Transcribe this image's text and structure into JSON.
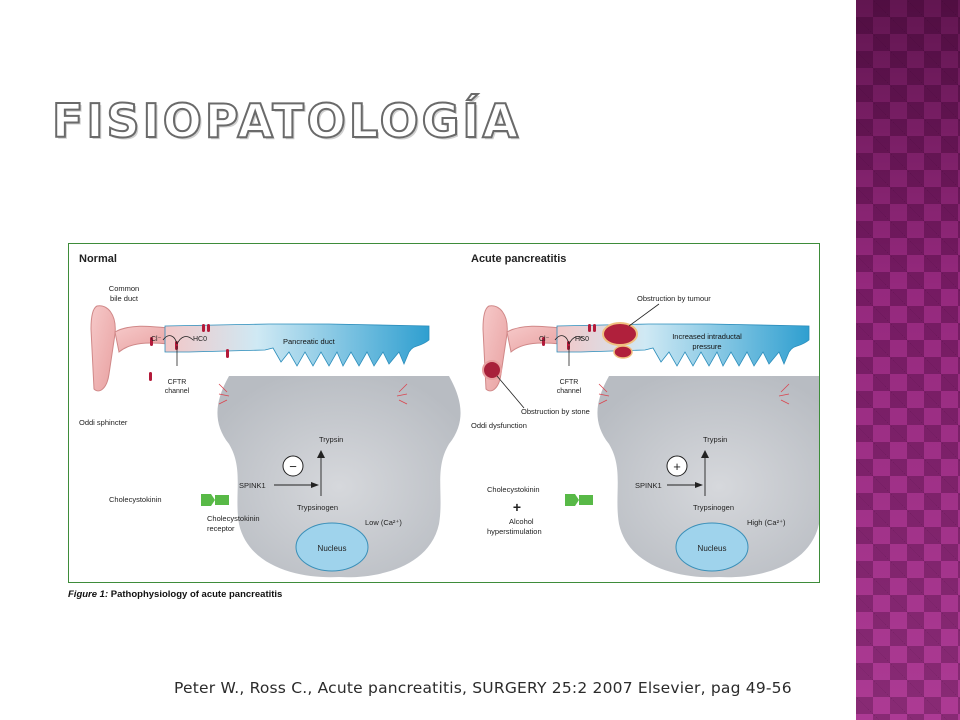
{
  "slide": {
    "title": "Fisiopatología",
    "citation": "Peter W., Ross C., Acute pancreatitis, SURGERY 25:2 2007 Elsevier, pag 49-56"
  },
  "figure": {
    "caption_label": "Figure 1:",
    "caption_text": "Pathophysiology of acute pancreatitis",
    "normal": {
      "heading": "Normal",
      "common_bile_duct_1": "Common",
      "common_bile_duct_2": "bile duct",
      "cl": "Cl⁻",
      "hco3": "HC0",
      "pancreatic_duct": "Pancreatic duct",
      "cftr_1": "CFTR",
      "cftr_2": "channel",
      "oddi": "Oddi sphincter",
      "trypsin": "Trypsin",
      "sign": "−",
      "spink1": "SPINK1",
      "cholecystokinin": "Cholecystokinin",
      "trypsinogen": "Trypsinogen",
      "receptor_1": "Cholecystokinin",
      "receptor_2": "receptor",
      "calcium": "Low (Ca²⁺)",
      "nucleus": "Nucleus"
    },
    "acute": {
      "heading": "Acute pancreatitis",
      "obstruction_tumour": "Obstruction by tumour",
      "cl": "Cl⁻",
      "hco3": "HC0",
      "pressure_1": "Increased intraductal",
      "pressure_2": "pressure",
      "cftr_1": "CFTR",
      "cftr_2": "channel",
      "obstruction_stone": "Obstruction by stone",
      "oddi": "Oddi dysfunction",
      "trypsin": "Trypsin",
      "sign": "+",
      "spink1": "SPINK1",
      "cholecystokinin": "Cholecystokinin",
      "plus": "+",
      "alcohol_1": "Alcohol",
      "alcohol_2": "hyperstimulation",
      "trypsinogen": "Trypsinogen",
      "calcium": "High (Ca²⁺)",
      "nucleus": "Nucleus"
    }
  },
  "colors": {
    "accent": "#a8308e",
    "duct_blue": "#3aa9d6",
    "duct_pink": "#f2b8b8",
    "cell_gray": "#c9ccd1",
    "nucleus_blue": "#9fd3ec",
    "receptor_green": "#58b947",
    "frame_green": "#3e8c3a"
  }
}
